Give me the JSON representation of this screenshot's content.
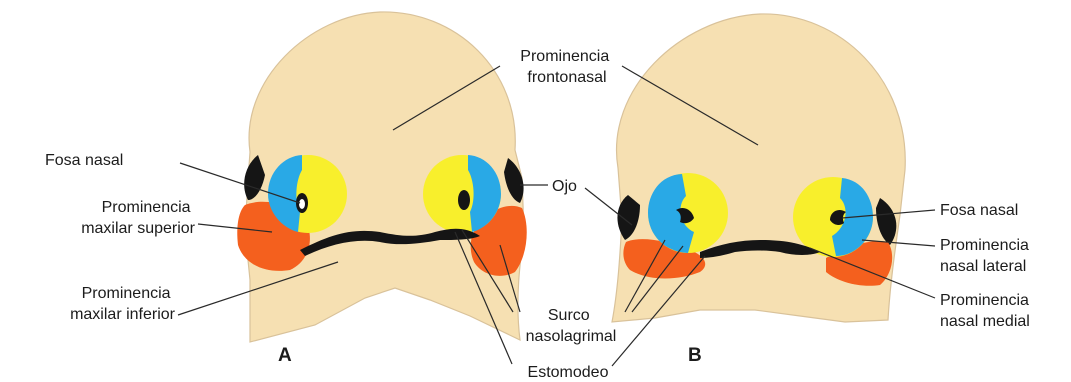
{
  "colors": {
    "skin": "#f6e0b2",
    "skin_outline": "#d9c29a",
    "blue": "#29a9e6",
    "yellow": "#f8ef2c",
    "orange": "#f4601e",
    "dark": "#151515"
  },
  "panels": {
    "a": "A",
    "b": "B"
  },
  "labels": {
    "prominencia_frontonasal": [
      "Prominencia",
      "frontonasal"
    ],
    "fosa_nasal_a": "Fosa nasal",
    "prominencia_maxilar_superior": [
      "Prominencia",
      "maxilar superior"
    ],
    "prominencia_maxilar_inferior": [
      "Prominencia",
      "maxilar inferior"
    ],
    "ojo": "Ojo",
    "surco_nasolagrimal": [
      "Surco",
      "nasolagrimal"
    ],
    "estomodeo": "Estomodeo",
    "fosa_nasal_b": "Fosa nasal",
    "prominencia_nasal_lateral": [
      "Prominencia",
      "nasal lateral"
    ],
    "prominencia_nasal_medial": [
      "Prominencia",
      "nasal medial"
    ]
  }
}
